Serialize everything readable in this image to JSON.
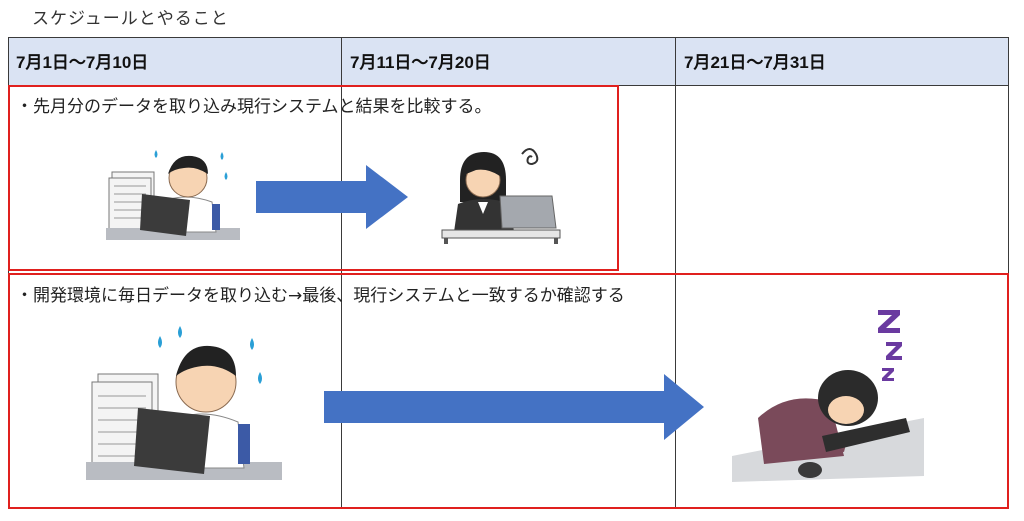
{
  "page": {
    "title": "スケジュールとやること"
  },
  "table": {
    "columns": [
      "7月1日〜7月10日",
      "7月11日〜7月20日",
      "7月21日〜7月31日"
    ]
  },
  "tasks": [
    {
      "text": "・先月分のデータを取り込み現行システムと結果を比較する。"
    },
    {
      "text": "・開発環境に毎日データを取り込む→最後、現行システムと一致するか確認する"
    }
  ],
  "colors": {
    "header_bg": "#dae3f3",
    "highlight_border": "#e0201e",
    "arrow_fill": "#4472c4"
  }
}
